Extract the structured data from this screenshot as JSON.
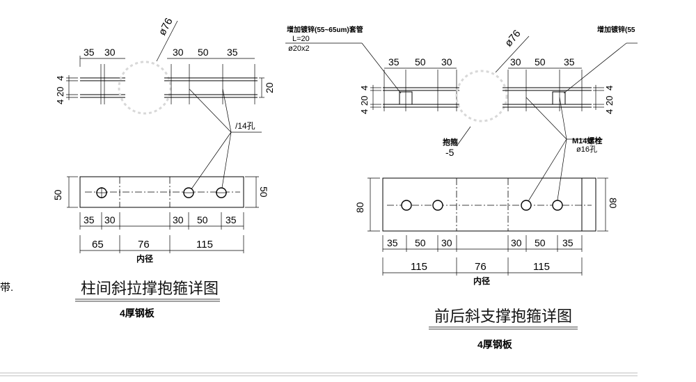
{
  "left": {
    "diameter_top": "ø76",
    "top_dims": [
      "35",
      "30",
      "30",
      "50",
      "35"
    ],
    "left_vert_dims": [
      "4",
      "20",
      "4"
    ],
    "right_vert_dim": "20",
    "hole_note": "/14孔",
    "plate_height_left": "50",
    "plate_height_right": "50",
    "bottom_dims_row1": [
      "35",
      "30",
      "30",
      "50",
      "35"
    ],
    "bottom_dims_row2": [
      "65",
      "76",
      "115"
    ],
    "inner_label": "内径",
    "title": "柱间斜拉撑抱箍详图",
    "subtitle": "4厚钢板",
    "edge_fragment": "带."
  },
  "right": {
    "sleeve_note_1": "增加镀锌(55~65um)套管",
    "sleeve_note_2": "L=20",
    "sleeve_note_3": "ø20x2",
    "sleeve_note_right": "增加镀锌(55",
    "diameter_top": "ø76",
    "top_dims_left": [
      "35",
      "50",
      "30"
    ],
    "top_dims_right": [
      "30",
      "50",
      "35"
    ],
    "left_vert_dims": [
      "4",
      "20",
      "4"
    ],
    "right_vert_dims": [
      "4",
      "20",
      "4"
    ],
    "gasket_label": "抱箍",
    "gasket_value": "-5",
    "bolt_note_1": "M14螺栓",
    "bolt_note_2": "ø16孔",
    "plate_height_left": "80",
    "plate_height_right": "80",
    "bottom_dims_row1": [
      "35",
      "50",
      "30",
      "30",
      "50",
      "35"
    ],
    "bottom_dims_row2": [
      "115",
      "76",
      "115"
    ],
    "inner_label": "内径",
    "title": "前后斜支撑抱箍详图",
    "subtitle": "4厚钢板"
  }
}
